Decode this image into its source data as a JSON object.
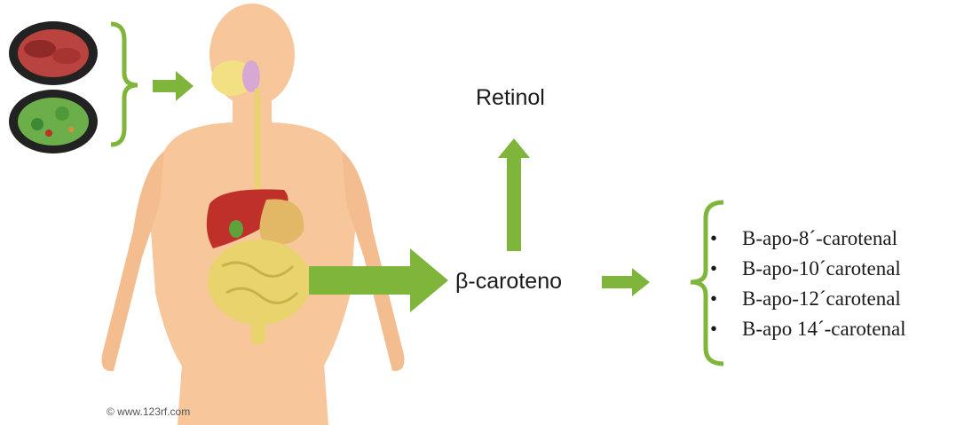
{
  "diagram": {
    "nodes": {
      "retinol": "Retinol",
      "beta_carotene": "β-caroteno"
    },
    "cleavage_products": [
      "B-apo-8´-carotenal",
      "B-apo-10´carotenal",
      "B-apo-12´carotenal",
      "B-apo 14´-carotenal"
    ],
    "watermark": "© www.123rf.com",
    "colors": {
      "arrow_green": "#7fb53a",
      "skin": "#f7c79b",
      "liver": "#c0302a",
      "intestine": "#e9d36c",
      "brain_pink": "#d9a7d3"
    },
    "icons": [
      "meat-plate-icon",
      "salad-plate-icon",
      "human-body-illustration"
    ]
  }
}
